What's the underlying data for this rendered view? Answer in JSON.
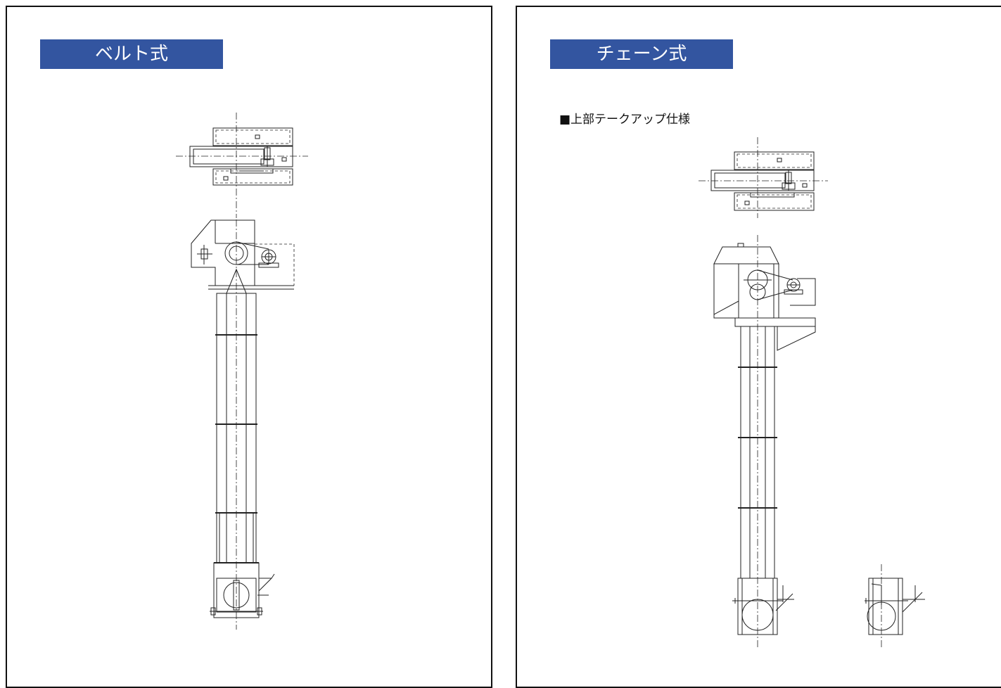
{
  "theme": {
    "title_bg": "#3355a0",
    "title_fg": "#ffffff",
    "line": "#222222"
  },
  "left": {
    "title": "ベルト式"
  },
  "right": {
    "title": "チェーン式",
    "spec_label": "■上部テークアップ仕様"
  }
}
